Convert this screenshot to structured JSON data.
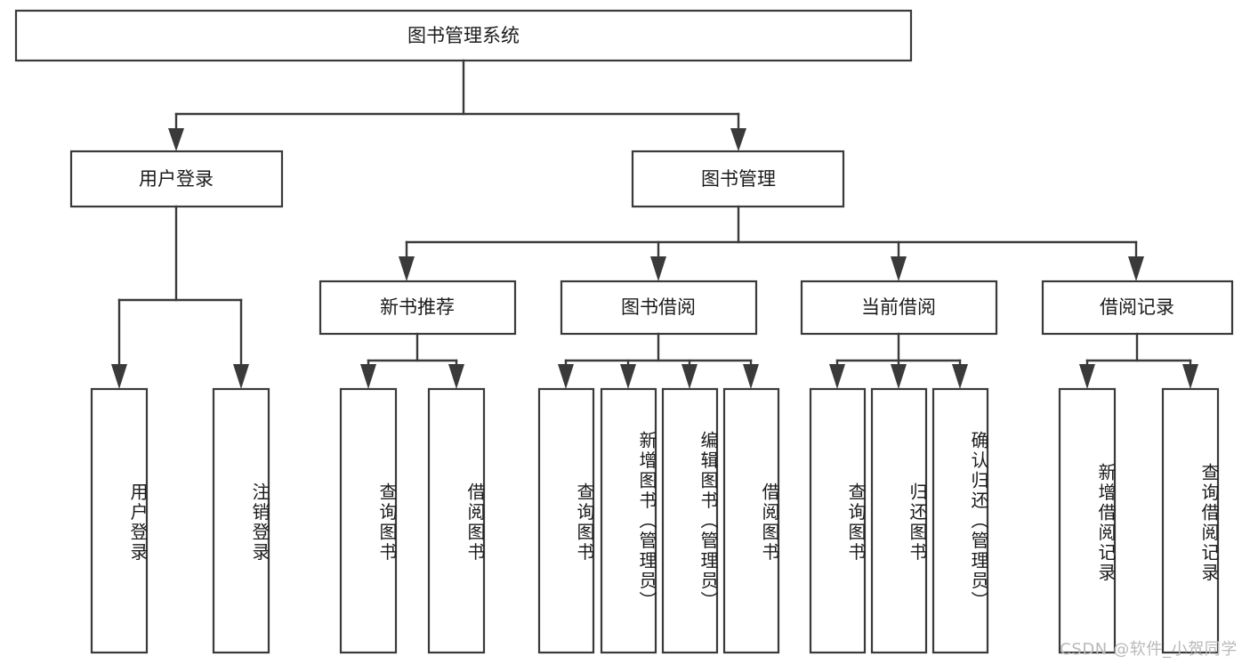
{
  "diagram": {
    "type": "tree",
    "title": "图书管理系统",
    "orientation": "top-down",
    "colors": {
      "box_fill": "#ffffff",
      "box_stroke": "#3a3a3a",
      "connector": "#3a3a3a",
      "text": "#1b1b1b",
      "watermark": "#b9b9b9",
      "background": "#ffffff"
    }
  },
  "root": {
    "label": "图书管理系统"
  },
  "level1": [
    {
      "label": "用户登录"
    },
    {
      "label": "图书管理"
    }
  ],
  "level2": [
    {
      "label": "新书推荐"
    },
    {
      "label": "图书借阅"
    },
    {
      "label": "当前借阅"
    },
    {
      "label": "借阅记录"
    }
  ],
  "leaves": {
    "user_login": [
      {
        "label": "用户登录"
      },
      {
        "label": "注销登录"
      }
    ],
    "new_book": [
      {
        "label": "查询图书"
      },
      {
        "label": "借阅图书"
      }
    ],
    "book_borrow": [
      {
        "label": "查询图书"
      },
      {
        "label": "新增图书（管理员）"
      },
      {
        "label": "编辑图书（管理员）"
      },
      {
        "label": "借阅图书"
      }
    ],
    "current_borrow": [
      {
        "label": "查询图书"
      },
      {
        "label": "归还图书"
      },
      {
        "label": "确认归还（管理员）"
      }
    ],
    "borrow_record": [
      {
        "label": "新增借阅记录"
      },
      {
        "label": "查询借阅记录"
      }
    ]
  },
  "watermark": {
    "text": "CSDN @软件_小贺同学"
  }
}
